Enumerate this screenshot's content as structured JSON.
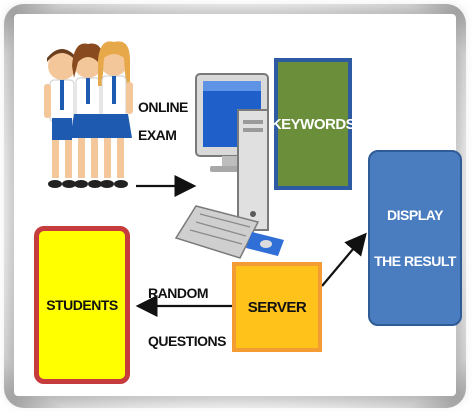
{
  "labels": {
    "online": "ONLINE",
    "exam": "EXAM",
    "keywords": "KEYWORDS",
    "display_line1": "DISPLAY",
    "display_line2": "THE RESULT",
    "server": "SERVER",
    "students": "STUDENTS",
    "random": "RANDOM",
    "questions": "QUESTIONS"
  },
  "colors": {
    "keywords_fill": "#6b8e3a",
    "keywords_border": "#2d5aa0",
    "display_fill": "#4a7cc0",
    "server_fill": "#ffc21a",
    "server_border": "#f39c34",
    "students_fill": "#ffff00",
    "students_border": "#c63b3b"
  },
  "icons": {
    "students_illustration": "children-students-icon",
    "computer": "desktop-computer-icon"
  }
}
